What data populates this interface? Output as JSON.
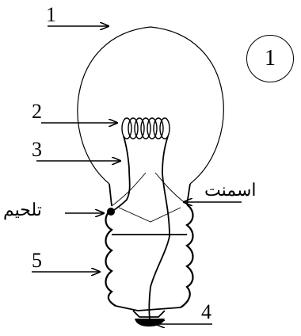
{
  "figure": {
    "badge_number": "1",
    "labels": {
      "l1": "1",
      "l2": "2",
      "l3": "3",
      "l4": "4",
      "l5": "5",
      "solder": "تلحيم",
      "cement": "اسمنت"
    }
  }
}
